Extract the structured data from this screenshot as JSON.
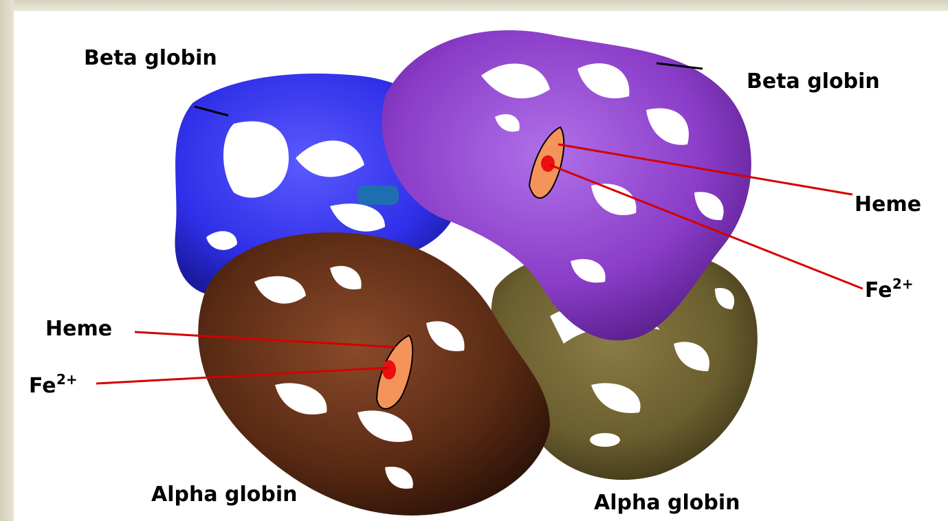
{
  "labels": {
    "beta_globin_left": "Beta globin",
    "beta_globin_right": "Beta globin",
    "heme_right": "Heme",
    "fe_right_base": "Fe",
    "fe_right_sup": "2+",
    "heme_left": "Heme",
    "fe_left_base": "Fe",
    "fe_left_sup": "2+",
    "alpha_globin_left": "Alpha globin",
    "alpha_globin_right": "Alpha globin"
  },
  "colors": {
    "beta_left": "#2f2fe8",
    "beta_right": "#8a3cc8",
    "alpha_left": "#5a2a14",
    "alpha_right": "#6b5e2e",
    "heme": "#f4945a",
    "iron": "#e81010",
    "pointer": "#d40000"
  }
}
